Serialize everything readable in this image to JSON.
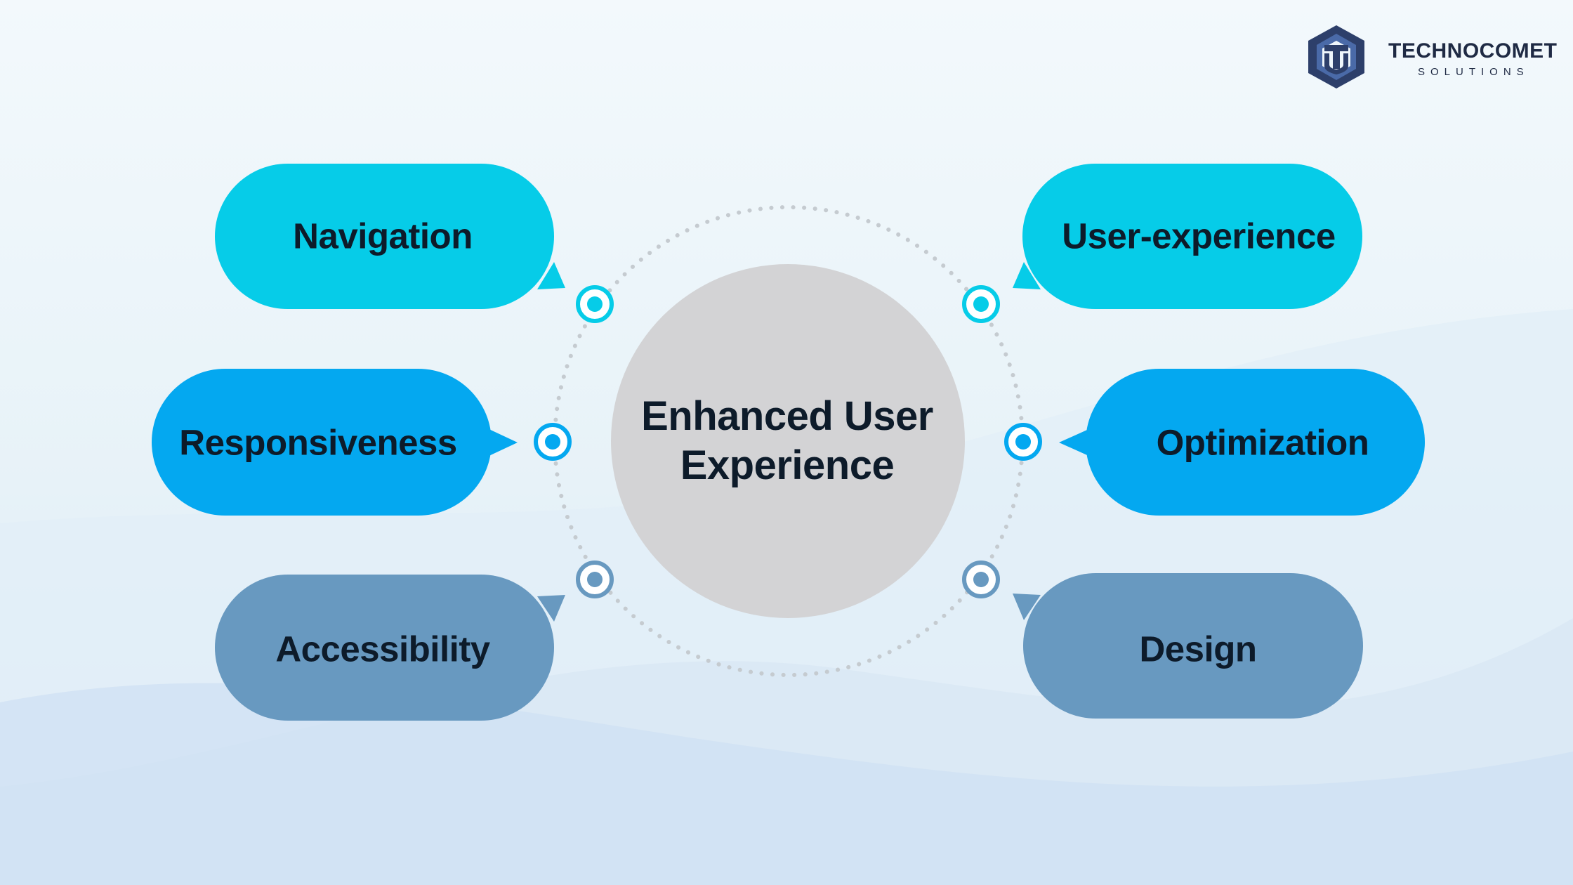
{
  "diagram": {
    "center": {
      "line1": "Enhanced User",
      "line2": "Experience"
    },
    "nodes": [
      {
        "id": "navigation",
        "label": "Navigation"
      },
      {
        "id": "responsiveness",
        "label": "Responsiveness"
      },
      {
        "id": "accessibility",
        "label": "Accessibility"
      },
      {
        "id": "user-experience",
        "label": "User-experience"
      },
      {
        "id": "optimization",
        "label": "Optimization"
      },
      {
        "id": "design",
        "label": "Design"
      }
    ]
  },
  "brand": {
    "name": "TECHNOCOMET",
    "tagline": "SOLUTIONS"
  },
  "colors": {
    "cyan": "#06cce8",
    "blue": "#04a8f0",
    "steel": "#6899c0",
    "center": "#d3d3d5",
    "dots": "#c5cbd0",
    "text": "#0d1b2a",
    "logo_dark": "#2d3f6a",
    "logo_light": "#4a6aa8"
  }
}
